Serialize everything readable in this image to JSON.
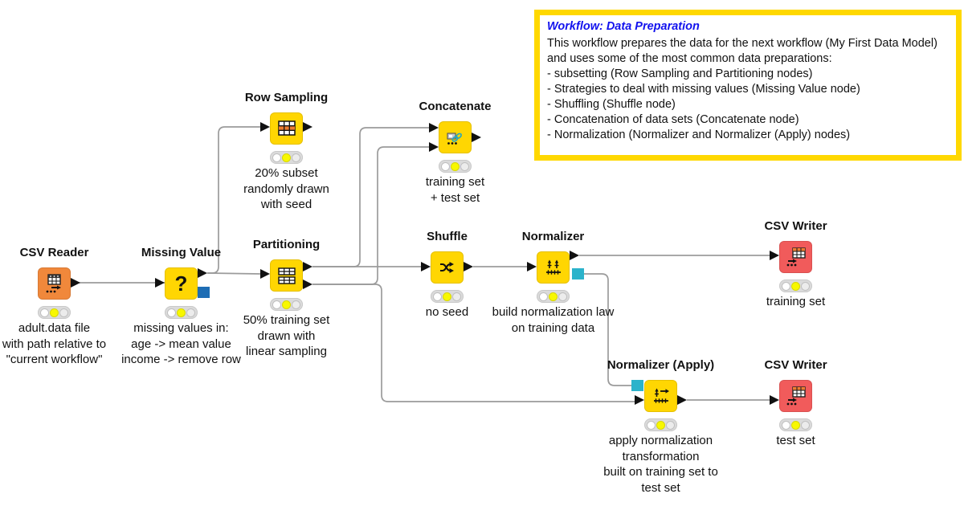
{
  "colors": {
    "node_yellow": "#FFD602",
    "node_orange": "#F0883B",
    "node_red": "#F15B5B",
    "wire_grey": "#9B9B9B",
    "port_black": "#111111",
    "pmml_port_cyan": "#2BB3CB",
    "model_port_blue": "#1E6DB4",
    "traffic_light_bg": "#DBDBDB",
    "traffic_light_yellow": "#F8F800",
    "annotation_border_yellow": "#FFD800",
    "annotation_title_blue": "#1212EE"
  },
  "annotation": {
    "title": "Workflow: Data Preparation",
    "body_lines": [
      "This workflow prepares the data for the next workflow (My First Data Model)",
      "and uses some of the most common data preparations:",
      "- subsetting (Row Sampling and Partitioning nodes)",
      "- Strategies to deal with missing values (Missing Value node)",
      "- Shuffling (Shuffle node)",
      "- Concatenation of data sets (Concatenate node)",
      "- Normalization (Normalizer and Normalizer (Apply) nodes)"
    ]
  },
  "nodes": {
    "csv_reader": {
      "label": "CSV Reader",
      "caption": "adult.data file\nwith path relative to\n\"current workflow\"",
      "status": "configured"
    },
    "missing_value": {
      "label": "Missing Value",
      "caption": "missing values in:\nage -> mean value\nincome -> remove row",
      "status": "configured"
    },
    "row_sampling": {
      "label": "Row Sampling",
      "caption": "20% subset\nrandomly drawn\nwith seed",
      "status": "configured"
    },
    "partitioning": {
      "label": "Partitioning",
      "caption": "50% training set\ndrawn with\nlinear sampling",
      "status": "configured"
    },
    "concatenate": {
      "label": "Concatenate",
      "caption": "training set\n+ test set",
      "status": "configured"
    },
    "shuffle": {
      "label": "Shuffle",
      "caption": "no seed",
      "status": "configured"
    },
    "normalizer": {
      "label": "Normalizer",
      "caption": "build normalization law\non training data",
      "status": "configured"
    },
    "normalizer_apply": {
      "label": "Normalizer (Apply)",
      "caption": "apply normalization\ntransformation\nbuilt on training set to\ntest set",
      "status": "configured"
    },
    "csv_writer_train": {
      "label": "CSV Writer",
      "caption": "training set",
      "status": "configured"
    },
    "csv_writer_test": {
      "label": "CSV Writer",
      "caption": "test set",
      "status": "configured"
    }
  }
}
